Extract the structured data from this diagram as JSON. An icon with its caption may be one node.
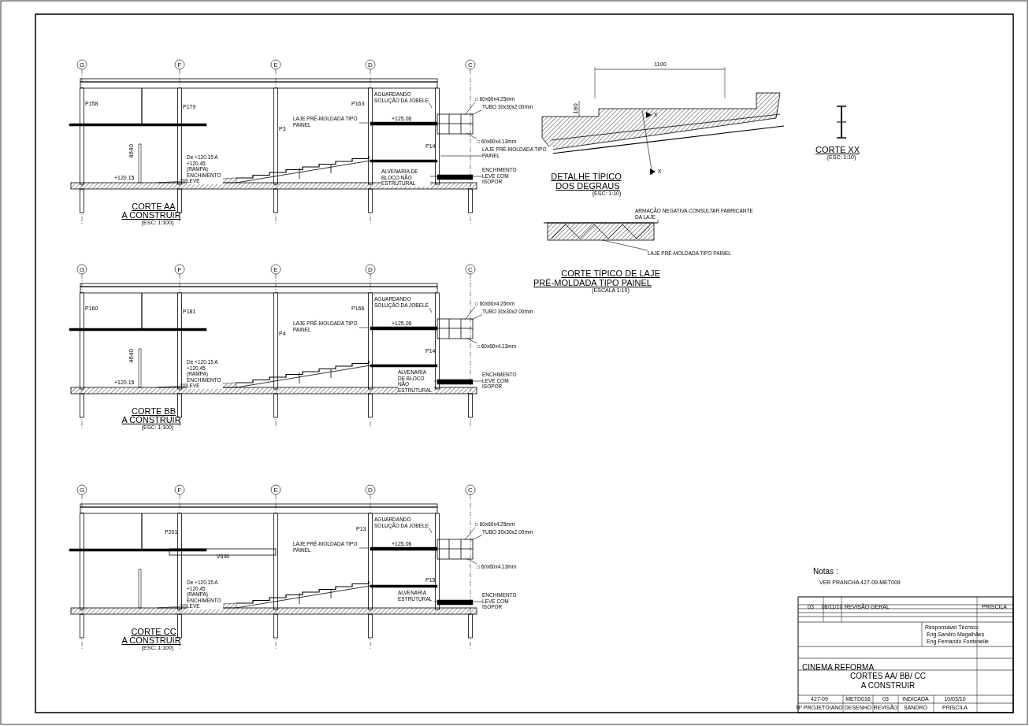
{
  "diagram": {
    "nodes": [
      {
        "text": [
          "AGUARDANDO SOLUÇÃO DA JOBELE"
        ]
      },
      {
        "text": [
          "LAJE PRÉ-MOLDADA TIPO PAINEL"
        ]
      },
      {
        "text": [
          "□ 60x60x4.25mm"
        ]
      },
      {
        "text": [
          "TUBO 30x30x2.00mm"
        ]
      },
      {
        "text": [
          "□ 60x60x4.13mm"
        ]
      },
      {
        "text": [
          "LAJE PRÉ-MOLDADA TIPO PAINEL"
        ]
      },
      {
        "text": [
          "ALVENARIA DE BLOCO NÃO ESTRUTURAL"
        ]
      },
      {
        "text": [
          "ENCHIMENTO LEVE COM ISOPOR"
        ]
      },
      {
        "text": [
          "De +120.15 A +120.45 (RAMPA) ENCHIMENTO LEVE"
        ]
      },
      {
        "text": [
          "AGUARDANDO SOLUÇÃO DA JOBELE"
        ]
      },
      {
        "text": [
          "LAJE PRÉ-MOLDADA TIPO PAINEL"
        ]
      },
      {
        "text": [
          "□ 60x60x4.25mm"
        ]
      },
      {
        "text": [
          "TUBO 30x30x2.00mm"
        ]
      },
      {
        "text": [
          "□ 60x60x4.13mm"
        ]
      },
      {
        "text": [
          "ALVENARIA DE BLOCO NÃO ESTRUTURAL"
        ]
      },
      {
        "text": [
          "ENCHIMENTO LEVE COM ISOPOR"
        ]
      },
      {
        "text": [
          "De +120.15 A +120.45 (RAMPA) ENCHIMENTO LEVE"
        ]
      },
      {
        "text": [
          "AGUARDANDO SOLUÇÃO DA JOBELE"
        ]
      },
      {
        "text": [
          "LAJE PRÉ-MOLDADA TIPO PAINEL"
        ]
      },
      {
        "text": [
          "□ 60x60x4.25mm"
        ]
      },
      {
        "text": [
          "TUBO 30x30x2.00mm"
        ]
      },
      {
        "text": [
          "□ 60x60x4.13mm"
        ]
      },
      {
        "text": [
          "ALVENARIA ESTRUTURAL"
        ]
      },
      {
        "text": [
          "ENCHIMENTO LEVE COM ISOPOR"
        ]
      },
      {
        "text": [
          "De +120.15 A +120.45 (RAMPA) ENCHIMENTO LEVE"
        ]
      },
      {
        "text": [
          "ARMAÇÃO NEGATIVA CONSULTAR FABRICANTE DA LAJE"
        ]
      },
      {
        "text": [
          "LAJE PRÉ-MOLDADA TIPO PAINEL"
        ]
      },
      {
        "text": [],
        "shape": "picture"
      }
    ],
    "edges": [
      {
        "from": 0,
        "to": null,
        "arrow": "none"
      },
      {
        "from": 1,
        "to": null,
        "arrow": "none"
      },
      {
        "from": 2,
        "to": null,
        "arrow": "none"
      },
      {
        "from": 3,
        "to": null,
        "arrow": "none"
      },
      {
        "from": 4,
        "to": null,
        "arrow": "none"
      },
      {
        "from": 5,
        "to": null,
        "arrow": "none"
      },
      {
        "from": 6,
        "to": null,
        "arrow": "none"
      },
      {
        "from": 7,
        "to": null,
        "arrow": "none"
      },
      {
        "from": 8,
        "to": null,
        "arrow": "none"
      },
      {
        "from": 9,
        "to": null,
        "arrow": "none"
      },
      {
        "from": 10,
        "to": null,
        "arrow": "none"
      },
      {
        "from": 11,
        "to": null,
        "arrow": "none"
      },
      {
        "from": 12,
        "to": null,
        "arrow": "none"
      },
      {
        "from": 13,
        "to": null,
        "arrow": "none"
      },
      {
        "from": 14,
        "to": null,
        "arrow": "none"
      },
      {
        "from": 15,
        "to": null,
        "arrow": "none"
      },
      {
        "from": 16,
        "to": null,
        "arrow": "none"
      },
      {
        "from": 17,
        "to": null,
        "arrow": "none"
      },
      {
        "from": 18,
        "to": null,
        "arrow": "none"
      },
      {
        "from": 19,
        "to": null,
        "arrow": "none"
      },
      {
        "from": 20,
        "to": null,
        "arrow": "none"
      },
      {
        "from": 21,
        "to": null,
        "arrow": "none"
      },
      {
        "from": 22,
        "to": null,
        "arrow": "none"
      },
      {
        "from": 23,
        "to": null,
        "arrow": "none"
      },
      {
        "from": 24,
        "to": null,
        "arrow": "none"
      },
      {
        "from": 25,
        "to": 27,
        "arrow": "none"
      },
      {
        "from": 26,
        "to": 27,
        "arrow": "none"
      }
    ],
    "labels": [
      "G",
      "F",
      "E",
      "D",
      "C",
      "P158",
      "P179",
      "P3",
      "P163",
      "P14",
      "+125.06",
      "+120.15",
      "4640",
      "CORTE AA",
      "A CONSTRUIR",
      "(ESC: 1:100)",
      "G",
      "F",
      "E",
      "D",
      "C",
      "P160",
      "P181",
      "P4",
      "P166",
      "P14",
      "+125.06",
      "+120.15",
      "4640",
      "CORTE BB",
      "A CONSTRUIR",
      "(ESC: 1:100)",
      "G",
      "F",
      "E",
      "D",
      "C",
      "P201",
      "V64b",
      "P13",
      "P15",
      "+125.06",
      "CORTE CC",
      "A CONSTRUIR",
      "(ESC: 1:100)",
      "1100",
      "180",
      "X",
      "X",
      "DETALHE TÍPICO",
      "DOS DEGRAUS",
      "(ESC: 1:10)",
      "CORTE TÍPICO DE LAJE",
      "PRÉ-MOLDADA TIPO PAINEL",
      "(ESCALA 1:10)",
      "CORTE XX",
      "(ESC: 1:10)",
      "Notas :",
      "VER PRANCHA 427-09-MET009",
      "Responsável Técnico:",
      "Eng.Sandro Magalhães",
      "Eng.Fernando Fontenelle",
      "CINEMA REFORMA",
      "CORTES AA/ BB/ CC",
      "A CONSTRUIR",
      "427-09",
      "METD016",
      "03",
      "INDICADA",
      "10/03/10",
      "Nº PROJETO/ANO",
      "DESENHO",
      "REVISÃO",
      "SANDRO",
      "PRISCILA",
      "03",
      "08/11/10",
      "REVISÃO GERAL",
      "PRISCILA"
    ]
  }
}
